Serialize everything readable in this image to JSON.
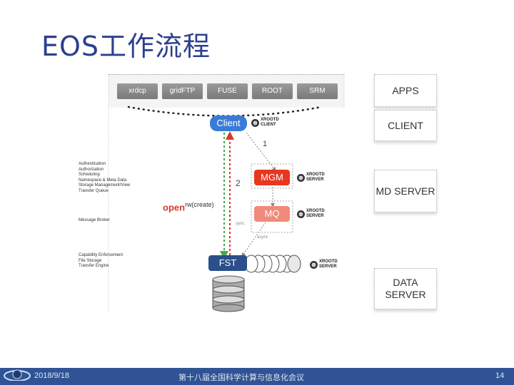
{
  "slide": {
    "title": "EOS工作流程"
  },
  "apps": [
    "xrdcp",
    "gridFTP",
    "FUSE",
    "ROOT",
    "SRM"
  ],
  "layers": {
    "apps": "APPS",
    "client": "CLIENT",
    "md_server": "MD SERVER",
    "data_server": "DATA SERVER"
  },
  "nodes": {
    "client": "Client",
    "mgm": "MGM",
    "mq": "MQ",
    "fst": "FST"
  },
  "xrootd": {
    "client_line1": "XROOTD",
    "client_line2": "CLIENT",
    "server_line1": "XROOTD",
    "server_line2": "SERVER"
  },
  "labels": {
    "step1": "1",
    "step2": "2",
    "open": "open",
    "open_sup": "rw(create)",
    "sync": "sync",
    "async": "async"
  },
  "sidebar": {
    "mgm_functions": [
      "Authentication",
      "Authorization",
      "Scheduling",
      "Namespace & Meta Data",
      "Storage Management/View",
      "Transfer Queue"
    ],
    "mq_functions": [
      "Message Broker"
    ],
    "fst_functions": [
      "Capability Enforcement",
      "File Storage",
      "Transfer Engine"
    ]
  },
  "footer": {
    "date": "2018/9/18",
    "conference": "第十八届全国科学计算与信息化会议",
    "page": "14"
  },
  "colors": {
    "title": "#2d3f8e",
    "client": "#3a7bd5",
    "mgm": "#e8361f",
    "mq": "#f08a7a",
    "fst": "#2a4f8a",
    "footer": "#2f5394"
  }
}
